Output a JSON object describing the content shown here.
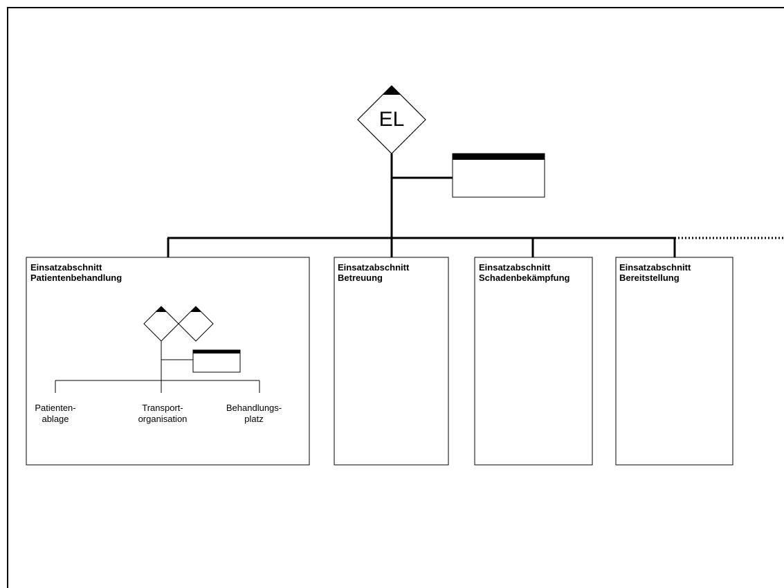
{
  "leader": {
    "label": "EL"
  },
  "sections": [
    {
      "title_line1": "Einsatzabschnitt",
      "title_line2": "Patientenbehandlung"
    },
    {
      "title_line1": "Einsatzabschnitt",
      "title_line2": "Betreuung"
    },
    {
      "title_line1": "Einsatzabschnitt",
      "title_line2": "Schadenbekämpfung"
    },
    {
      "title_line1": "Einsatzabschnitt",
      "title_line2": "Bereitstellung"
    }
  ],
  "subsections": [
    {
      "line1": "Patienten-",
      "line2": "ablage"
    },
    {
      "line1": "Transport-",
      "line2": "organisation"
    },
    {
      "line1": "Behandlungs-",
      "line2": "platz"
    }
  ]
}
